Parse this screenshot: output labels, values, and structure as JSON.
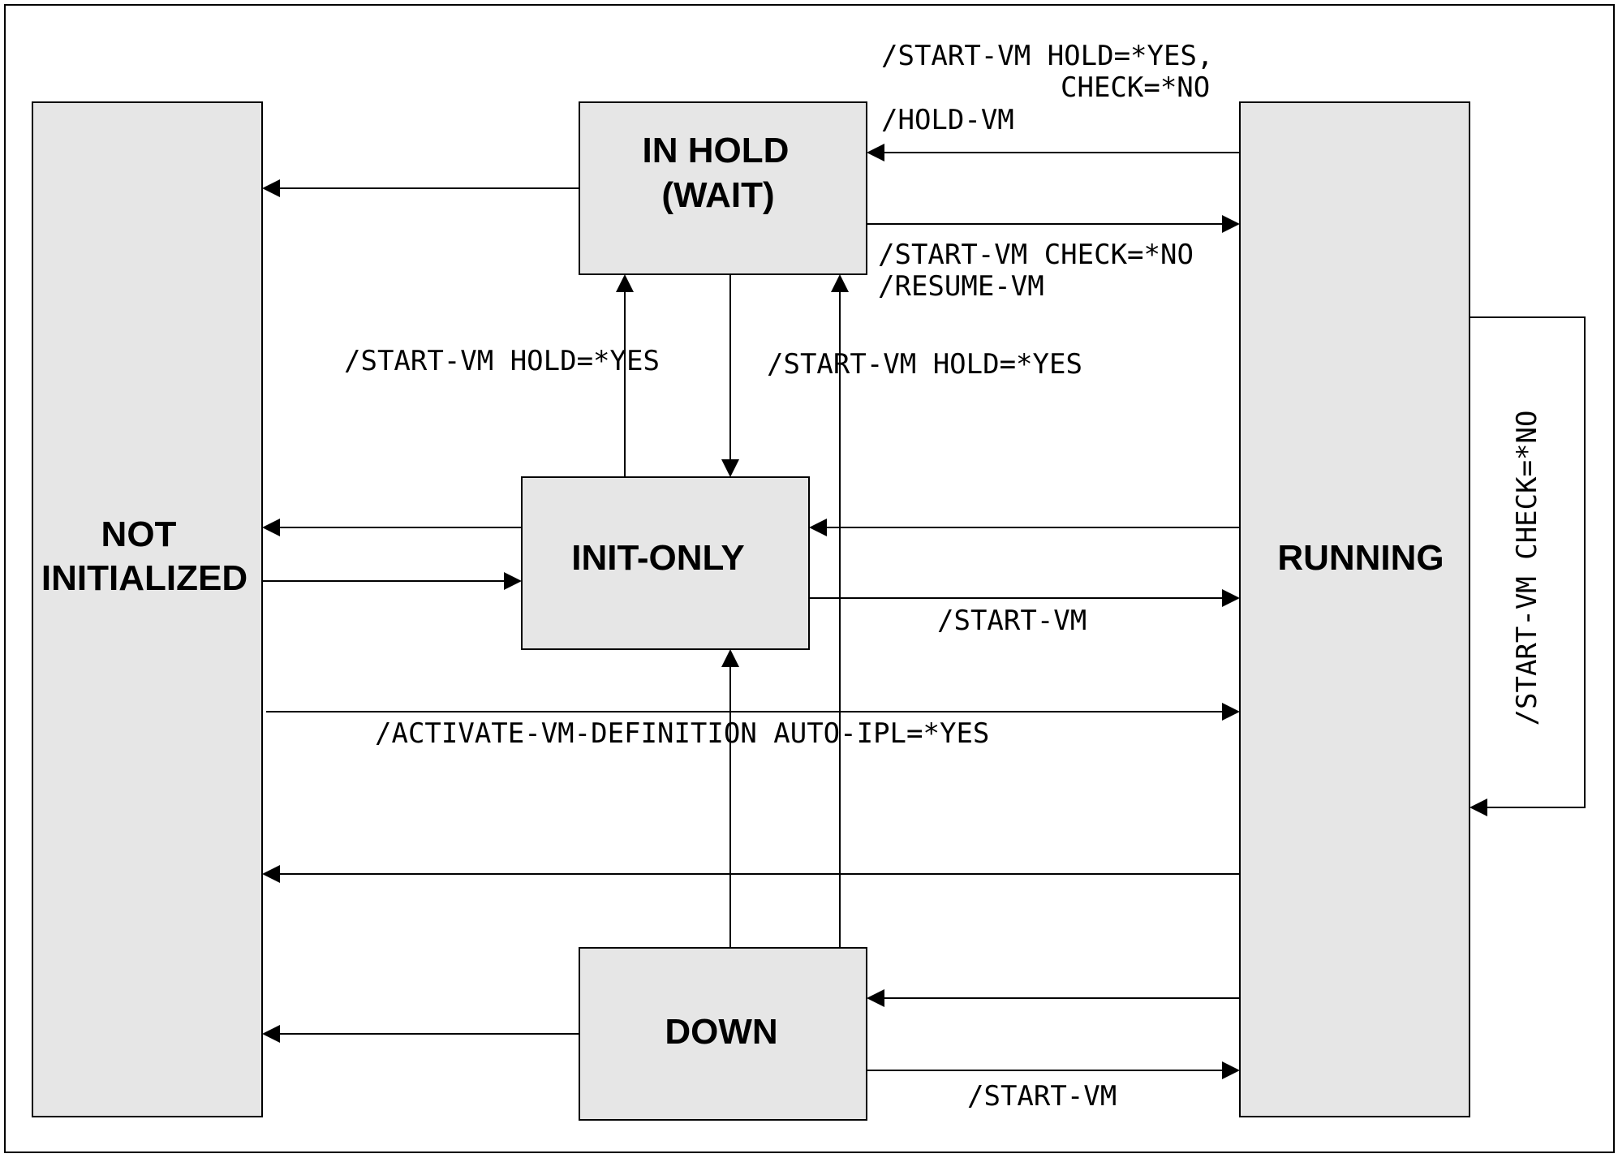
{
  "states": {
    "not_initialized": [
      "NOT",
      "INITIALIZED"
    ],
    "in_hold": [
      "IN HOLD",
      "(WAIT)"
    ],
    "init_only": [
      "INIT-ONLY"
    ],
    "running": [
      "RUNNING"
    ],
    "down": [
      "DOWN"
    ]
  },
  "commands": {
    "start_hold_check_1": "/START-VM HOLD=*YES,",
    "start_hold_check_2": "CHECK=*NO",
    "hold_vm": "/HOLD-VM",
    "start_check_no": "/START-VM CHECK=*NO",
    "resume_vm": "/RESUME-VM",
    "start_hold_yes_left": "/START-VM HOLD=*YES",
    "start_hold_yes_right": "/START-VM HOLD=*YES",
    "start_vm_init": "/START-VM",
    "activate": "/ACTIVATE-VM-DEFINITION AUTO-IPL=*YES",
    "start_vm_down": "/START-VM",
    "start_check_no_vertical": "/START-VM CHECK=*NO"
  },
  "colors": {
    "box_fill": "#e6e6e6",
    "line": "#000000"
  }
}
